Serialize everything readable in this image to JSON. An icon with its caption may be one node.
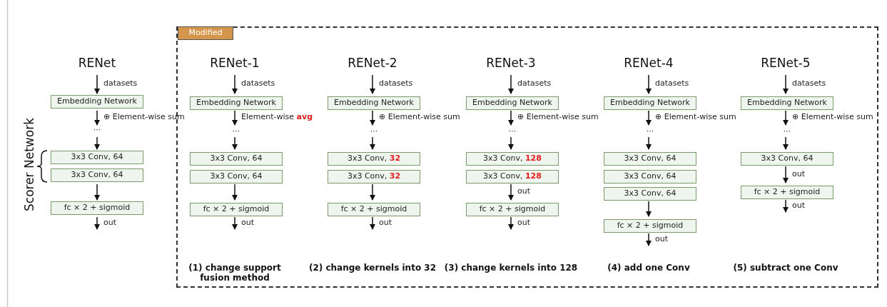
{
  "diagram": {
    "nodes": [
      {
        "text": [
          "Embedding Network"
        ]
      },
      {
        "text": [
          "···"
        ]
      },
      {
        "text": [
          "3x3 Conv, 64"
        ]
      },
      {
        "text": [
          "3x3 Conv, 64"
        ]
      },
      {
        "text": [
          "fc × 2 + sigmoid"
        ]
      },
      {
        "text": [
          "Modified"
        ]
      },
      {
        "text": [
          "Embedding Network"
        ],
        "in": 5
      },
      {
        "text": [
          "···"
        ],
        "in": 5
      },
      {
        "text": [
          "3x3 Conv, 64"
        ],
        "in": 5
      },
      {
        "text": [
          "3x3 Conv, 64"
        ],
        "in": 5
      },
      {
        "text": [
          "fc × 2 + sigmoid"
        ],
        "in": 5
      },
      {
        "text": [
          "Embedding Network"
        ],
        "in": 5
      },
      {
        "text": [
          "···"
        ],
        "in": 5
      },
      {
        "text": [
          "3x3 Conv, **32**"
        ],
        "in": 5
      },
      {
        "text": [
          "3x3 Conv, **32**"
        ],
        "in": 5
      },
      {
        "text": [
          "fc × 2 + sigmoid"
        ],
        "in": 5
      },
      {
        "text": [
          "Embedding Network"
        ],
        "in": 5
      },
      {
        "text": [
          "···"
        ],
        "in": 5
      },
      {
        "text": [
          "3x3 Conv, **128**"
        ],
        "in": 5
      },
      {
        "text": [
          "3x3 Conv, **128**"
        ],
        "in": 5
      },
      {
        "text": [
          "fc × 2 + sigmoid"
        ],
        "in": 5
      },
      {
        "text": [
          "Embedding Network"
        ],
        "in": 5
      },
      {
        "text": [
          "···"
        ],
        "in": 5
      },
      {
        "text": [
          "3x3 Conv, 64"
        ],
        "in": 5
      },
      {
        "text": [
          "3x3 Conv, 64"
        ],
        "in": 5
      },
      {
        "text": [
          "3x3 Conv, 64"
        ],
        "in": 5
      },
      {
        "text": [
          "fc × 2 + sigmoid"
        ],
        "in": 5
      },
      {
        "text": [
          "Embedding Network"
        ],
        "in": 5
      },
      {
        "text": [
          "···"
        ],
        "in": 5
      },
      {
        "text": [
          "3x3 Conv, 64"
        ],
        "in": 5
      },
      {
        "text": [
          "fc × 2 + sigmoid"
        ],
        "in": 5
      }
    ],
    "edges": [
      {
        "from": null,
        "to": 0,
        "arrow": "to",
        "label": "datasets"
      },
      {
        "from": 0,
        "to": 1,
        "arrow": "to",
        "label": "⊕ Element-wise sum"
      },
      {
        "from": 1,
        "to": 2,
        "arrow": "to"
      },
      {
        "from": 3,
        "to": 4,
        "arrow": "to"
      },
      {
        "from": 4,
        "to": null,
        "arrow": "to",
        "label": "out"
      },
      {
        "from": null,
        "to": 6,
        "arrow": "to",
        "label": "datasets"
      },
      {
        "from": 6,
        "to": 7,
        "arrow": "to",
        "label": "Element-wise **avg**"
      },
      {
        "from": 7,
        "to": 8,
        "arrow": "to"
      },
      {
        "from": 9,
        "to": 10,
        "arrow": "to"
      },
      {
        "from": 10,
        "to": null,
        "arrow": "to",
        "label": "out"
      },
      {
        "from": null,
        "to": 11,
        "arrow": "to",
        "label": "datasets"
      },
      {
        "from": 11,
        "to": 12,
        "arrow": "to",
        "label": "⊕ Element-wise sum"
      },
      {
        "from": 12,
        "to": 13,
        "arrow": "to"
      },
      {
        "from": 14,
        "to": 15,
        "arrow": "to"
      },
      {
        "from": 15,
        "to": null,
        "arrow": "to",
        "label": "out"
      },
      {
        "from": null,
        "to": 16,
        "arrow": "to",
        "label": "datasets"
      },
      {
        "from": 16,
        "to": 17,
        "arrow": "to",
        "label": "⊕ Element-wise sum"
      },
      {
        "from": 17,
        "to": 18,
        "arrow": "to"
      },
      {
        "from": 19,
        "to": 20,
        "arrow": "to",
        "label": "out"
      },
      {
        "from": 20,
        "to": null,
        "arrow": "to",
        "label": "out"
      },
      {
        "from": null,
        "to": 21,
        "arrow": "to",
        "label": "datasets"
      },
      {
        "from": 21,
        "to": 22,
        "arrow": "to",
        "label": "⊕ Element-wise sum"
      },
      {
        "from": 22,
        "to": 23,
        "arrow": "to"
      },
      {
        "from": 25,
        "to": 26,
        "arrow": "to"
      },
      {
        "from": 26,
        "to": null,
        "arrow": "to",
        "label": "out"
      },
      {
        "from": null,
        "to": 27,
        "arrow": "to",
        "label": "datasets"
      },
      {
        "from": 27,
        "to": 28,
        "arrow": "to",
        "label": "⊕ Element-wise sum"
      },
      {
        "from": 28,
        "to": 29,
        "arrow": "to"
      },
      {
        "from": 29,
        "to": 30,
        "arrow": "to",
        "label": "out"
      },
      {
        "from": 30,
        "to": null,
        "arrow": "to",
        "label": "out"
      }
    ],
    "labels": [
      "RENet",
      "RENet-1",
      "RENet-2",
      "RENet-3",
      "RENet-4",
      "RENet-5",
      "Scorer Network",
      "(1) change support fusion method",
      "(2) change kernels into 32",
      "(3) change kernels into 128",
      "(4) add one Conv",
      "(5) subtract one Conv"
    ]
  }
}
